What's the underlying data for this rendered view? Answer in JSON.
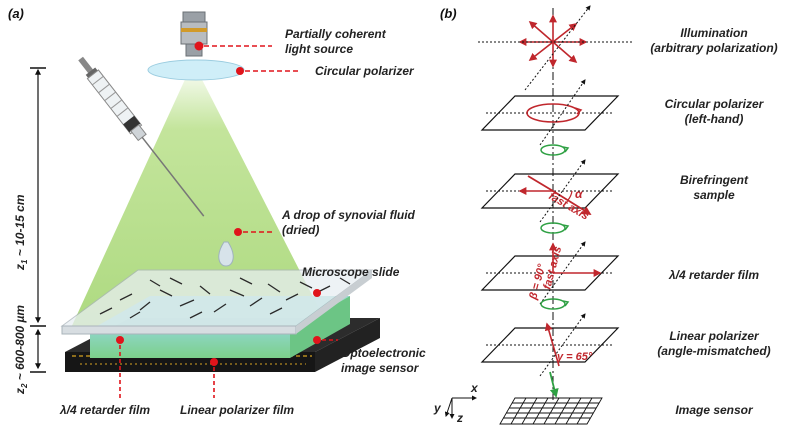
{
  "panel_a": {
    "tag": "(a)",
    "labels": {
      "light_source_1": "Partially coherent",
      "light_source_2": "light source",
      "circular_polarizer": "Circular polarizer",
      "drop_1": "A drop of synovial fluid",
      "drop_2": "(dried)",
      "microscope_slide": "Microscope slide",
      "sensor_1": "Optoelectronic",
      "sensor_2": "image sensor",
      "retarder": "λ/4 retarder film",
      "linear_polarizer": "Linear polarizer film"
    },
    "dimensions": {
      "z1_var": "z",
      "z1_sub": "1",
      "z1_text": " ~ 10-15 cm",
      "z2_var": "z",
      "z2_sub": "2",
      "z2_text": " ~ 600-800 µm"
    }
  },
  "panel_b": {
    "tag": "(b)",
    "labels": {
      "illum_1": "Illumination",
      "illum_2": "(arbitrary polarization)",
      "circ_1": "Circular polarizer",
      "circ_2": "(left-hand)",
      "bire_1": "Birefringent",
      "bire_2": "sample",
      "retarder": "λ/4 retarder film",
      "lin_1": "Linear polarizer",
      "lin_2": "(angle-mismatched)",
      "sensor": "Image sensor"
    },
    "annotations": {
      "alpha": "α",
      "fast_axis_1": "fast axis",
      "beta": "β = 90°",
      "fast_axis_2": "fast axis",
      "gamma": "γ = 65°"
    },
    "axes": {
      "x": "x",
      "y": "y",
      "z": "z"
    }
  },
  "colors": {
    "red": "#c0272d",
    "green": "#2ea043",
    "light_green": "#8ccf5a",
    "black": "#111111"
  }
}
